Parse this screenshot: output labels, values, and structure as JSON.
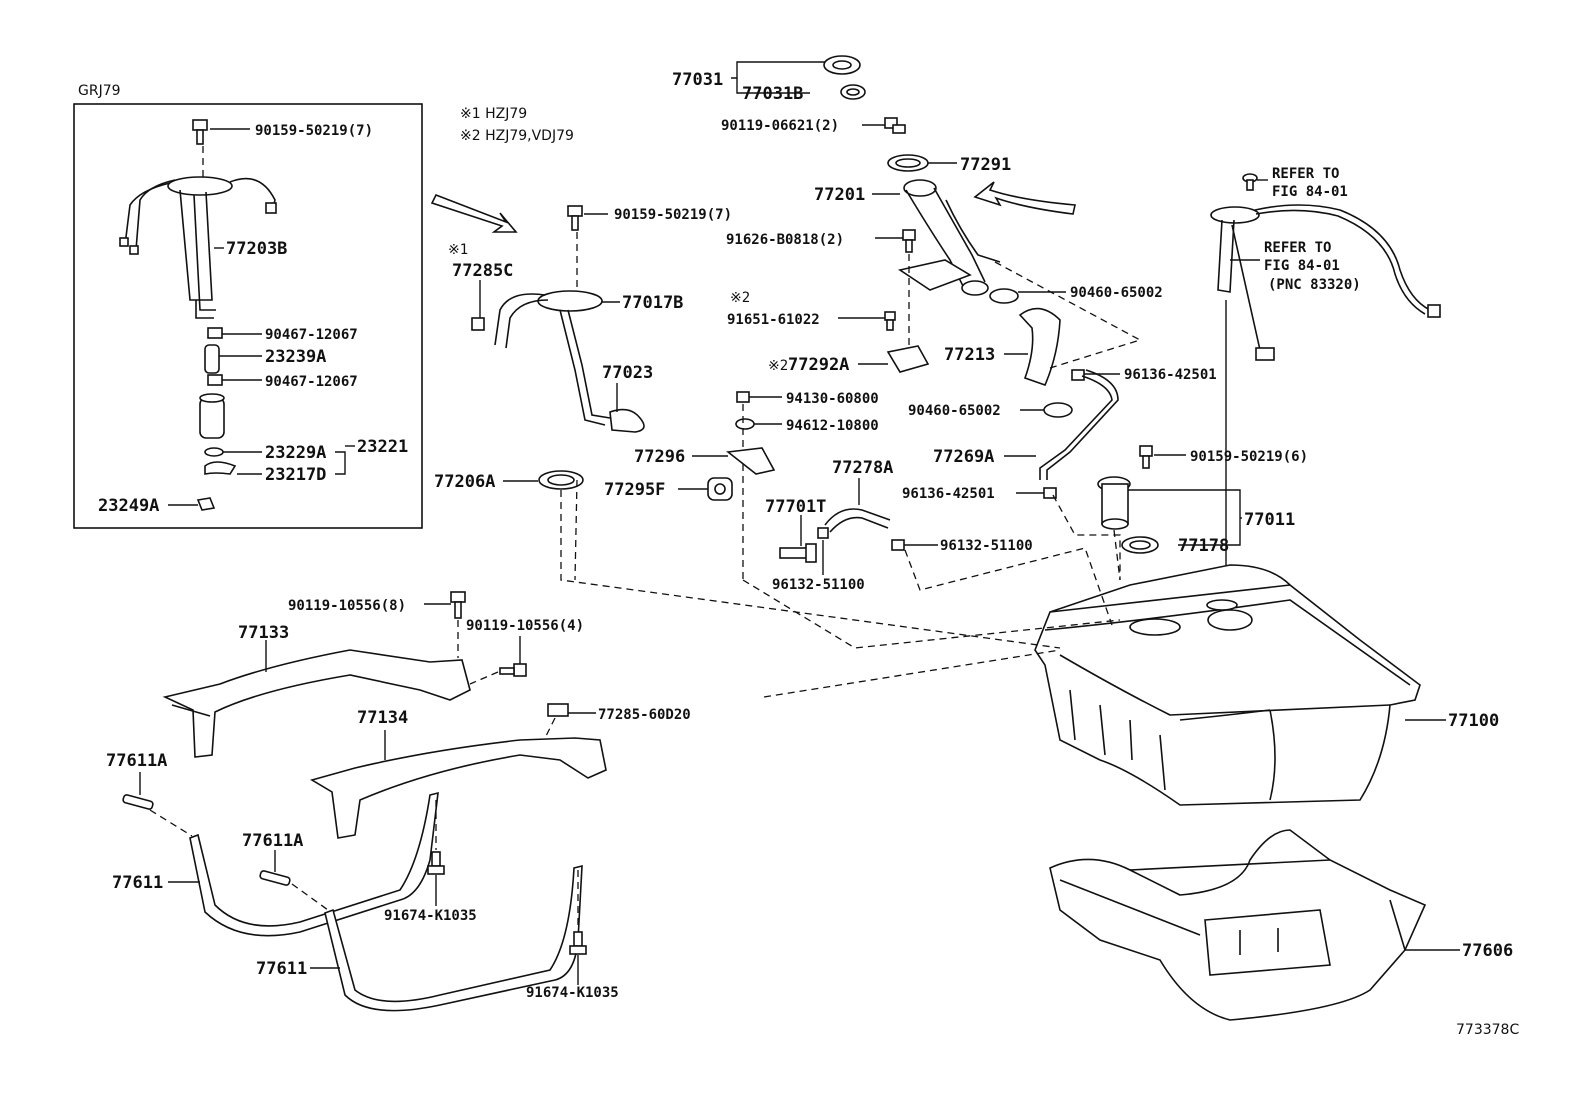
{
  "inset": {
    "title": "GRJ79"
  },
  "notes": {
    "note1": "※1 HZJ79",
    "note2": "※2 HZJ79,VDJ79"
  },
  "labels": {
    "p90159_50219_7a": "90159-50219(7)",
    "p77203B": "77203B",
    "p90467_12067a": "90467-12067",
    "p23239A": "23239A",
    "p90467_12067b": "90467-12067",
    "p23229A": "23229A",
    "p23221": "23221",
    "p23217D": "23217D",
    "p23249A": "23249A",
    "p90159_50219_7b": "90159-50219(7)",
    "mark1": "※1",
    "p77285C": "77285C",
    "p77017B": "77017B",
    "p77023": "77023",
    "p77206A": "77206A",
    "p77031": "77031",
    "p77031B": "77031B",
    "p90119_06621": "90119-06621(2)",
    "p77291": "77291",
    "p77201": "77201",
    "p91626_B0818": "91626-B0818(2)",
    "mark2a": "※2",
    "p91651_61022": "91651-61022",
    "mark2b": "※2",
    "p77292A": "77292A",
    "p90460_65002a": "90460-65002",
    "p77213": "77213",
    "p96136_42501a": "96136-42501",
    "p90460_65002b": "90460-65002",
    "p94130_60800": "94130-60800",
    "p94612_10800": "94612-10800",
    "p77296": "77296",
    "p77295F": "77295F",
    "p77269A": "77269A",
    "p77278A": "77278A",
    "p96136_42501b": "96136-42501",
    "p77701T": "77701T",
    "p96132_51100a": "96132-51100",
    "p96132_51100b": "96132-51100",
    "p90159_50219_6": "90159-50219(6)",
    "p77011": "77011",
    "p77178": "77178",
    "refer1a": "REFER TO",
    "refer1b": "FIG 84-01",
    "refer2a": "REFER TO",
    "refer2b": "FIG 84-01",
    "refer2c": "(PNC 83320)",
    "p90119_10556_8": "90119-10556(8)",
    "p90119_10556_4": "90119-10556(4)",
    "p77133": "77133",
    "p77134": "77134",
    "p77285_60D20": "77285-60D20",
    "p77611A_a": "77611A",
    "p77611A_b": "77611A",
    "p77611_a": "77611",
    "p77611_b": "77611",
    "p91674_K1035a": "91674-K1035",
    "p91674_K1035b": "91674-K1035",
    "p77100": "77100",
    "p77606": "77606",
    "figure_code": "773378C"
  }
}
